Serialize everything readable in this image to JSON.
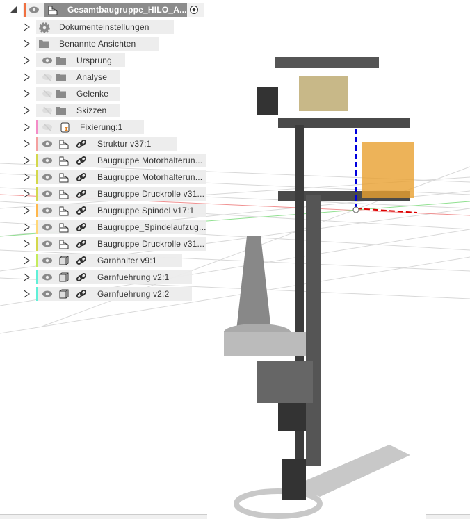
{
  "browser": {
    "root": {
      "label": "Gesamtbaugruppe_HILO_A...",
      "accent": "#f07040"
    },
    "items": [
      {
        "label": "Dokumenteinstellungen",
        "icon": "gear-icon"
      },
      {
        "label": "Benannte Ansichten",
        "icon": "folder-icon"
      },
      {
        "label": "Ursprung",
        "icon": "folder-icon",
        "visible": true
      },
      {
        "label": "Analyse",
        "icon": "folder-icon",
        "visible": false
      },
      {
        "label": "Gelenke",
        "icon": "folder-icon",
        "visible": false
      },
      {
        "label": "Skizzen",
        "icon": "folder-icon",
        "visible": false
      },
      {
        "label": "Fixierung:1",
        "icon": "fixed-component-icon",
        "visible": false,
        "color": "#f48cc8"
      },
      {
        "label": "Struktur v37:1",
        "icon": "assembly-icon",
        "color": "#f4a0a0"
      },
      {
        "label": "Baugruppe Motorhalterun...",
        "icon": "assembly-icon",
        "color": "#d4d84c"
      },
      {
        "label": "Baugruppe Motorhalterun...",
        "icon": "assembly-icon",
        "color": "#d4d84c"
      },
      {
        "label": "Baugruppe Druckrolle v31...",
        "icon": "assembly-icon",
        "color": "#d4d84c"
      },
      {
        "label": "Baugruppe Spindel v17:1",
        "icon": "assembly-icon",
        "color": "#ffb84c"
      },
      {
        "label": "Baugruppe_Spindelaufzug...",
        "icon": "assembly-icon",
        "color": "#ffd878"
      },
      {
        "label": "Baugruppe Druckrolle v31...",
        "icon": "assembly-icon",
        "color": "#d4d84c"
      },
      {
        "label": "Garnhalter v9:1",
        "icon": "body-icon",
        "color": "#c4ec5c"
      },
      {
        "label": "Garnfuehrung v2:1",
        "icon": "body-icon",
        "color": "#60f0d8"
      },
      {
        "label": "Garnfuehrung v2:2",
        "icon": "body-icon",
        "color": "#60f0d8"
      }
    ]
  }
}
